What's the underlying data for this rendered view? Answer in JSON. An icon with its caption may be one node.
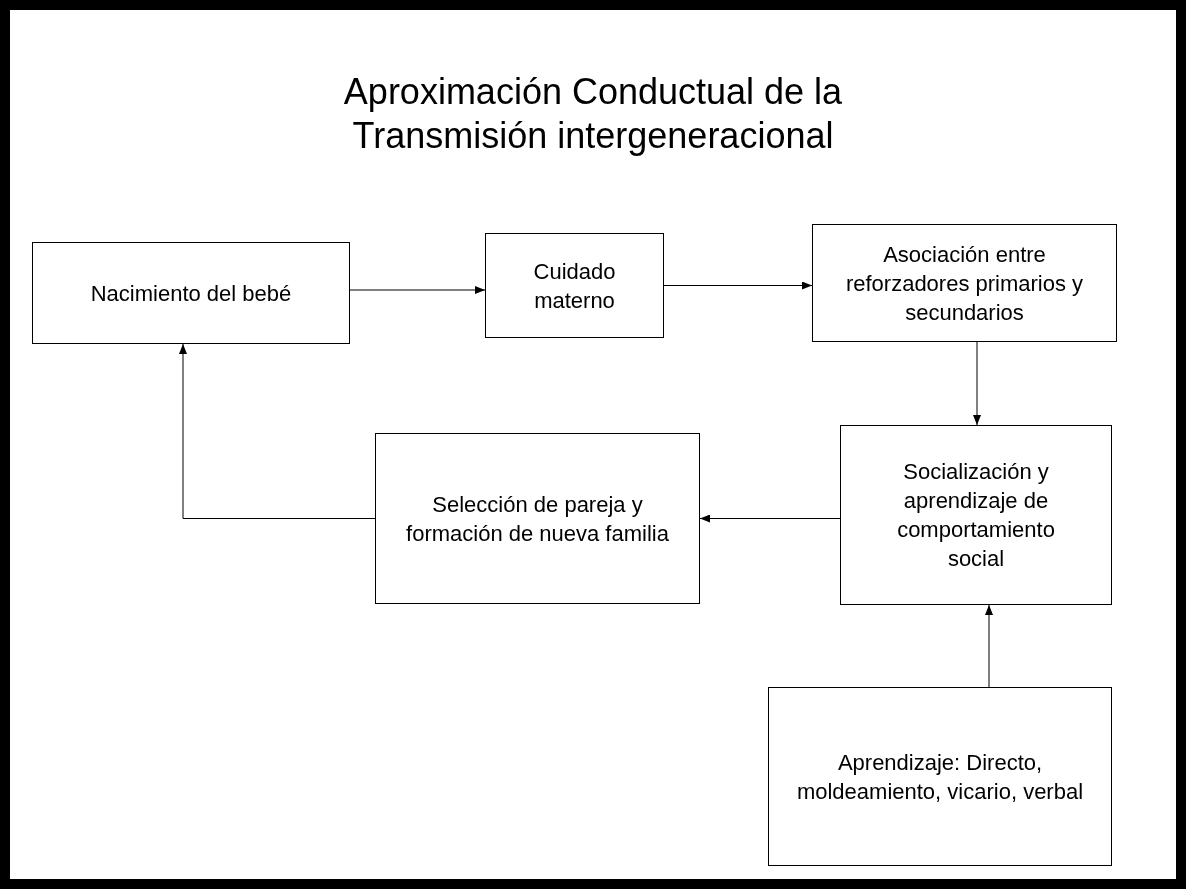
{
  "diagram": {
    "title": "Aproximación Conductual de la Transmisión intergeneracional",
    "nodes": [
      {
        "text": [
          "Nacimiento del bebé"
        ]
      },
      {
        "text": [
          "Cuidado materno"
        ]
      },
      {
        "text": [
          "Asociación entre reforzadores primarios y secundarios"
        ]
      },
      {
        "text": [
          "Socialización y aprendizaje de comportamiento social"
        ]
      },
      {
        "text": [
          "Selección de pareja y formación de nueva familia"
        ]
      },
      {
        "text": [
          "Aprendizaje: Directo, moldeamiento, vicario, verbal"
        ]
      }
    ],
    "edges": [
      {
        "from": 0,
        "to": 1,
        "arrow": "to"
      },
      {
        "from": 1,
        "to": 2,
        "arrow": "to"
      },
      {
        "from": 2,
        "to": 3,
        "arrow": "to"
      },
      {
        "from": 3,
        "to": 4,
        "arrow": "to"
      },
      {
        "from": 4,
        "to": 0,
        "arrow": "to"
      },
      {
        "from": 5,
        "to": 3,
        "arrow": "to"
      }
    ]
  }
}
